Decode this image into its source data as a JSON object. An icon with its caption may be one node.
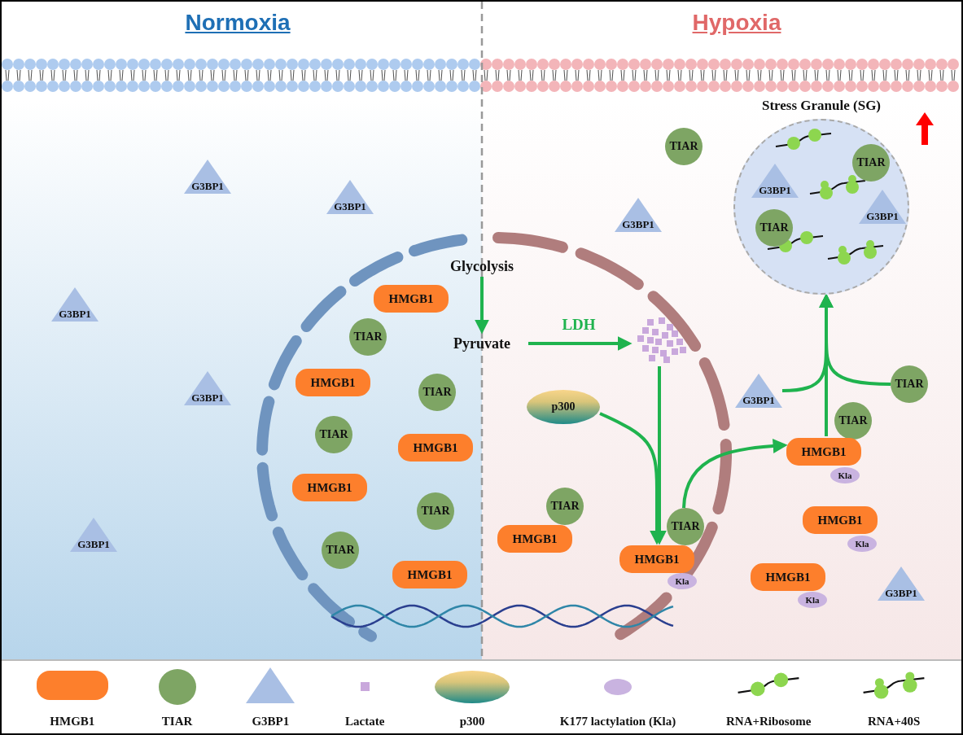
{
  "diagram": {
    "nodes": [
      {
        "text": [
          "G3BP1"
        ]
      },
      {
        "text": [
          "G3BP1"
        ]
      },
      {
        "text": [
          "G3BP1"
        ]
      },
      {
        "text": [
          "G3BP1"
        ]
      },
      {
        "text": [
          "G3BP1"
        ]
      },
      {
        "text": [
          "HMGB1"
        ]
      },
      {
        "text": [
          "TIAR"
        ]
      },
      {
        "text": [
          "HMGB1"
        ]
      },
      {
        "text": [
          "TIAR"
        ]
      },
      {
        "text": [
          "TIAR"
        ]
      },
      {
        "text": [
          "HMGB1"
        ]
      },
      {
        "text": [
          "HMGB1"
        ]
      },
      {
        "text": [
          "TIAR"
        ]
      },
      {
        "text": [
          "TIAR"
        ]
      },
      {
        "text": [
          "HMGB1"
        ]
      },
      {
        "text": [
          "Glycolysis"
        ]
      },
      {
        "text": [
          "Pyruvate"
        ]
      },
      {
        "text": [],
        "shape": "picture"
      },
      {
        "text": [
          "p300"
        ]
      },
      {
        "text": [
          "TIAR"
        ]
      },
      {
        "text": [
          "HMGB1"
        ]
      },
      {
        "text": [
          "TIAR"
        ]
      },
      {
        "text": [
          "HMGB1"
        ]
      },
      {
        "text": [
          "Kla"
        ]
      },
      {
        "text": [
          "TIAR"
        ]
      },
      {
        "text": [
          "G3BP1"
        ]
      },
      {
        "text": [
          "Stress Granule (SG)"
        ]
      },
      {
        "text": [
          "G3BP1"
        ],
        "in": 26
      },
      {
        "text": [
          "TIAR"
        ],
        "in": 26
      },
      {
        "text": [
          "G3BP1"
        ],
        "in": 26
      },
      {
        "text": [
          "TIAR"
        ],
        "in": 26
      },
      {
        "text": [
          "G3BP1"
        ]
      },
      {
        "text": [
          "TIAR"
        ]
      },
      {
        "text": [
          "TIAR"
        ]
      },
      {
        "text": [
          "HMGB1"
        ]
      },
      {
        "text": [
          "Kla"
        ]
      },
      {
        "text": [
          "HMGB1"
        ]
      },
      {
        "text": [
          "Kla"
        ]
      },
      {
        "text": [
          "HMGB1"
        ]
      },
      {
        "text": [
          "Kla"
        ]
      },
      {
        "text": [
          "G3BP1"
        ]
      }
    ],
    "edges": [
      {
        "from": 15,
        "to": 16,
        "arrow": "to"
      },
      {
        "from": 16,
        "to": 17,
        "arrow": "to",
        "label": "LDH"
      },
      {
        "from": 17,
        "to": 22,
        "arrow": "to"
      },
      {
        "from": 18,
        "to": 22,
        "arrow": "to"
      },
      {
        "from": 21,
        "to": 34,
        "arrow": "to"
      },
      {
        "from": 34,
        "to": 26,
        "arrow": "to"
      },
      {
        "from": 31,
        "to": 26,
        "arrow": "to"
      },
      {
        "from": 32,
        "to": 26,
        "arrow": "to"
      }
    ],
    "labels": [
      "Normoxia",
      "Hypoxia"
    ],
    "legend": [
      {
        "text": "HMGB1",
        "color": "#fd7f2c"
      },
      {
        "text": "TIAR",
        "color": "#7ea564"
      },
      {
        "text": "G3BP1",
        "color": "#a9bfe4"
      },
      {
        "text": "Lactate",
        "color": "#c9a8dc"
      },
      {
        "text": "p300"
      },
      {
        "text": "K177 lactylation (Kla)",
        "color": "#c9b3e0"
      },
      {
        "text": "RNA+Ribosome"
      },
      {
        "text": "RNA+40S"
      }
    ]
  }
}
